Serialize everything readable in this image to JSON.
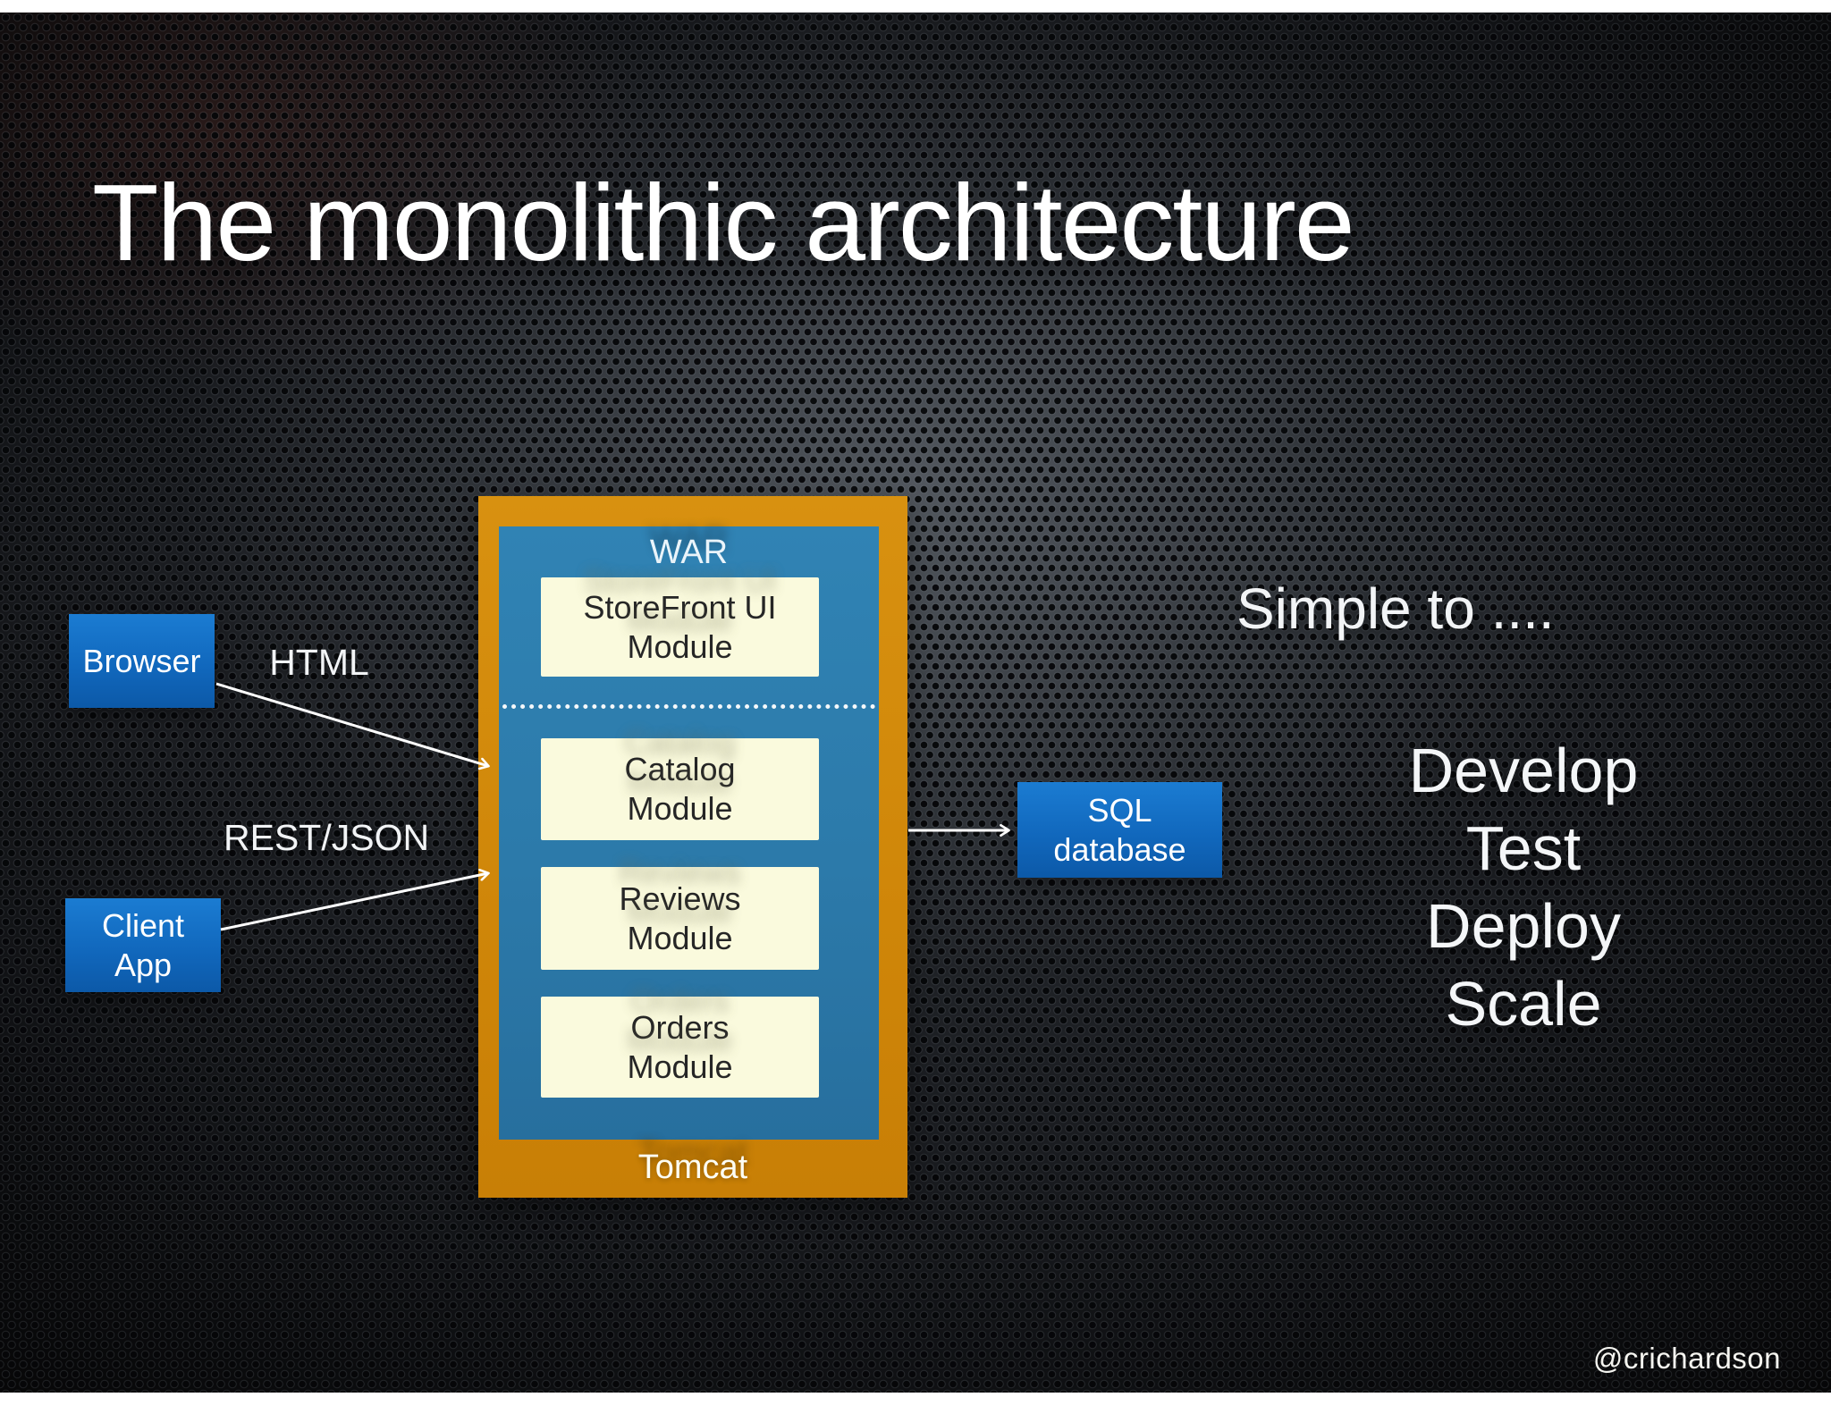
{
  "slide": {
    "title": "The monolithic architecture",
    "attribution": "@crichardson"
  },
  "diagram": {
    "browser": {
      "label": "Browser"
    },
    "client_app": {
      "line1": "Client",
      "line2": "App"
    },
    "edge_labels": {
      "html": "HTML",
      "rest_json": "REST/JSON"
    },
    "container": {
      "war_label": "WAR",
      "tomcat_label": "Tomcat"
    },
    "modules": [
      {
        "line1": "StoreFront UI",
        "line2": "Module"
      },
      {
        "line1": "Catalog",
        "line2": "Module"
      },
      {
        "line1": "Reviews",
        "line2": "Module"
      },
      {
        "line1": "Orders",
        "line2": "Module"
      }
    ],
    "sql_database": {
      "line1": "SQL",
      "line2": "database"
    }
  },
  "right_panel": {
    "heading": "Simple to ....",
    "items": [
      "Develop",
      "Test",
      "Deploy",
      "Scale"
    ]
  },
  "colors": {
    "tomcat_orange": "#d18a0b",
    "war_blue": "#2e7fae",
    "node_blue_top": "#1b7cd2",
    "node_blue_bottom": "#0c59a8",
    "module_cream": "#fafadd",
    "arrow_white": "#ffffff",
    "background_dark": "#17191c",
    "letterbox_white": "#ffffff"
  }
}
